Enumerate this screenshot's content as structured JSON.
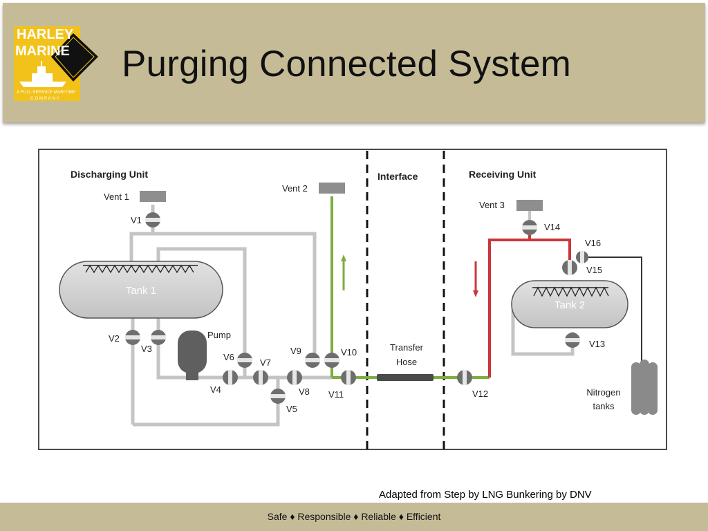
{
  "slide": {
    "title": "Purging Connected System",
    "credit": "Adapted from Step by LNG Bunkering by DNV",
    "tagline": "Safe ♦ Responsible ♦ Reliable ♦ Efficient"
  },
  "logo": {
    "line1": "HARLEY",
    "line2": "MARINE",
    "subtitle": "A FULL SERVICE MARITIME",
    "subtitle2": "COMPANY",
    "icon": "ship-diamond-logo"
  },
  "colors": {
    "header_bg": "#c5bc97",
    "pipe_gray": "#c4c4c4",
    "pipe_green": "#7cae3f",
    "pipe_red": "#c8373b",
    "valve": "#6e6e6e",
    "tank_fill": "#d6d6d6"
  },
  "diagram": {
    "sections": {
      "discharging": "Discharging Unit",
      "interface": "Interface",
      "receiving": "Receiving Unit"
    },
    "tanks": {
      "tank1": "Tank 1",
      "tank2": "Tank 2"
    },
    "vents": {
      "vent1": "Vent 1",
      "vent2": "Vent 2",
      "vent3": "Vent 3"
    },
    "pump": "Pump",
    "hose": {
      "line1": "Transfer",
      "line2": "Hose"
    },
    "nitrogen": {
      "line1": "Nitrogen",
      "line2": "tanks"
    },
    "valves": {
      "v1": "V1",
      "v2": "V2",
      "v3": "V3",
      "v4": "V4",
      "v5": "V5",
      "v6": "V6",
      "v7": "V7",
      "v8": "V8",
      "v9": "V9",
      "v10": "V10",
      "v11": "V11",
      "v12": "V12",
      "v13": "V13",
      "v14": "V14",
      "v15": "V15",
      "v16": "V16"
    }
  }
}
